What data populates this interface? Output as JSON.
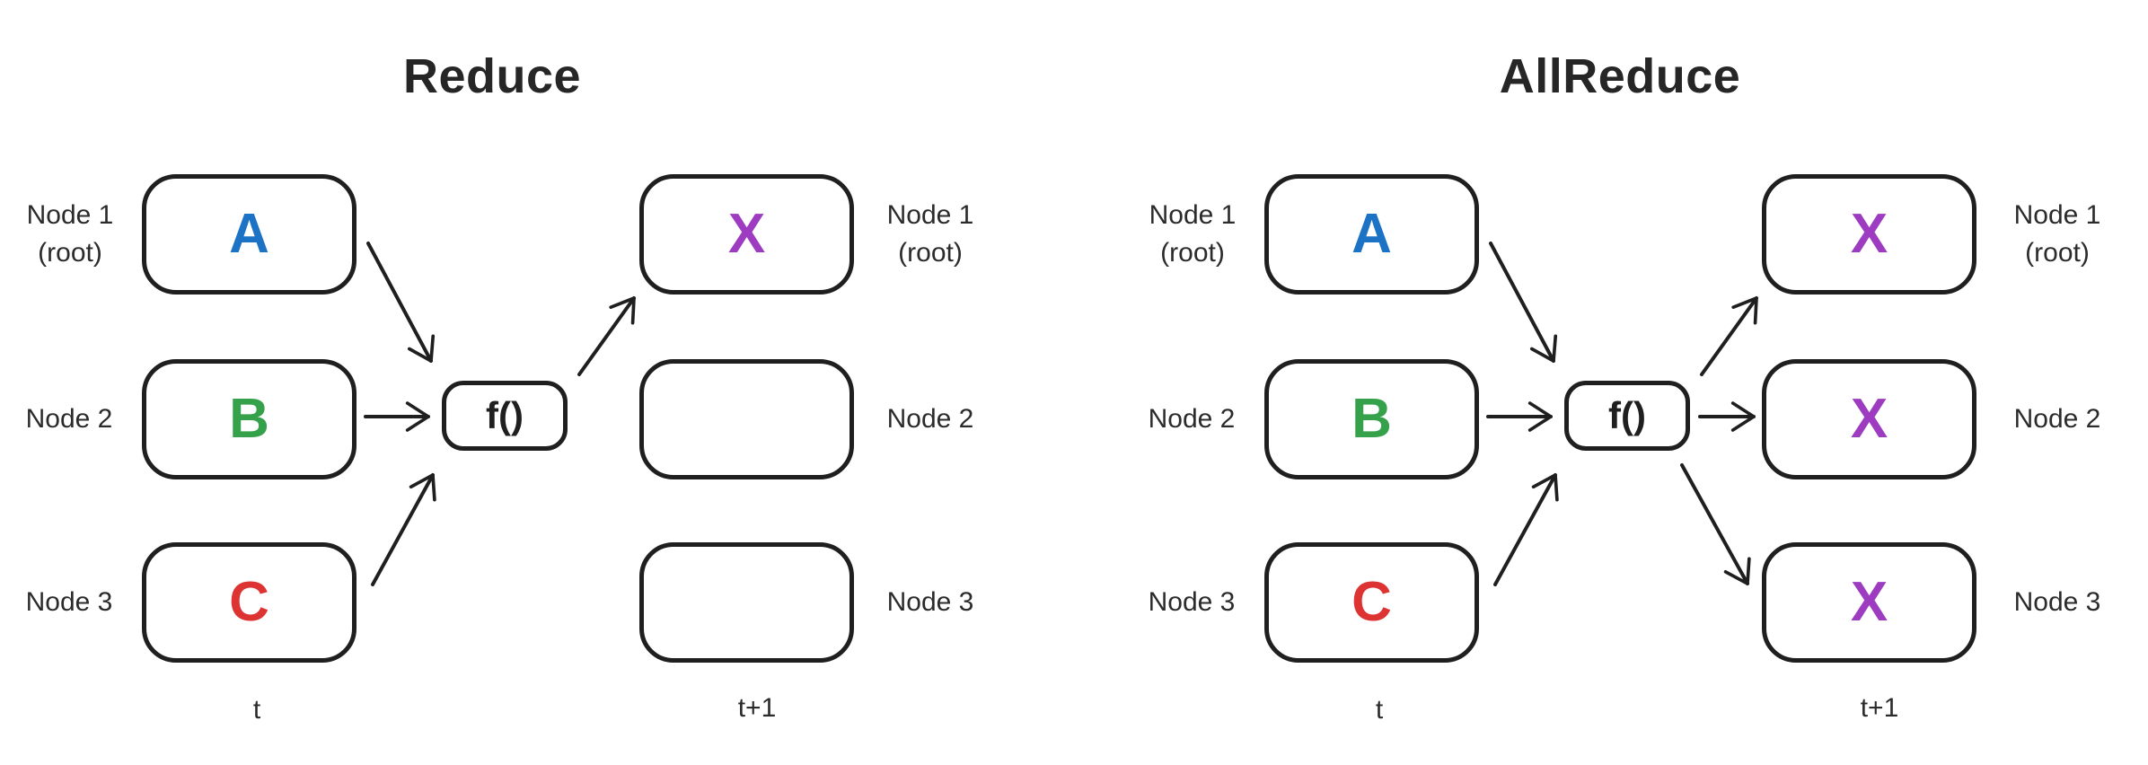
{
  "colors": {
    "outline": "#1f1f1f",
    "text": "#2b2b2b",
    "value_a": "#1c72c4",
    "value_b": "#35a14b",
    "value_c": "#dd3333",
    "value_x": "#9d3cc0"
  },
  "diagrams": [
    {
      "title": "Reduce",
      "function_label": "f()",
      "time_before_label": "t",
      "time_after_label": "t+1",
      "input_nodes": [
        {
          "label": "Node 1",
          "sublabel": "(root)",
          "value": "A",
          "value_color": "#1c72c4"
        },
        {
          "label": "Node 2",
          "sublabel": "",
          "value": "B",
          "value_color": "#35a14b"
        },
        {
          "label": "Node 3",
          "sublabel": "",
          "value": "C",
          "value_color": "#dd3333"
        }
      ],
      "output_nodes": [
        {
          "label": "Node 1",
          "sublabel": "(root)",
          "value": "X",
          "value_color": "#9d3cc0"
        },
        {
          "label": "Node 2",
          "sublabel": "",
          "value": "",
          "value_color": ""
        },
        {
          "label": "Node 3",
          "sublabel": "",
          "value": "",
          "value_color": ""
        }
      ]
    },
    {
      "title": "AllReduce",
      "function_label": "f()",
      "time_before_label": "t",
      "time_after_label": "t+1",
      "input_nodes": [
        {
          "label": "Node 1",
          "sublabel": "(root)",
          "value": "A",
          "value_color": "#1c72c4"
        },
        {
          "label": "Node 2",
          "sublabel": "",
          "value": "B",
          "value_color": "#35a14b"
        },
        {
          "label": "Node 3",
          "sublabel": "",
          "value": "C",
          "value_color": "#dd3333"
        }
      ],
      "output_nodes": [
        {
          "label": "Node 1",
          "sublabel": "(root)",
          "value": "X",
          "value_color": "#9d3cc0"
        },
        {
          "label": "Node 2",
          "sublabel": "",
          "value": "X",
          "value_color": "#9d3cc0"
        },
        {
          "label": "Node 3",
          "sublabel": "",
          "value": "X",
          "value_color": "#9d3cc0"
        }
      ]
    }
  ]
}
